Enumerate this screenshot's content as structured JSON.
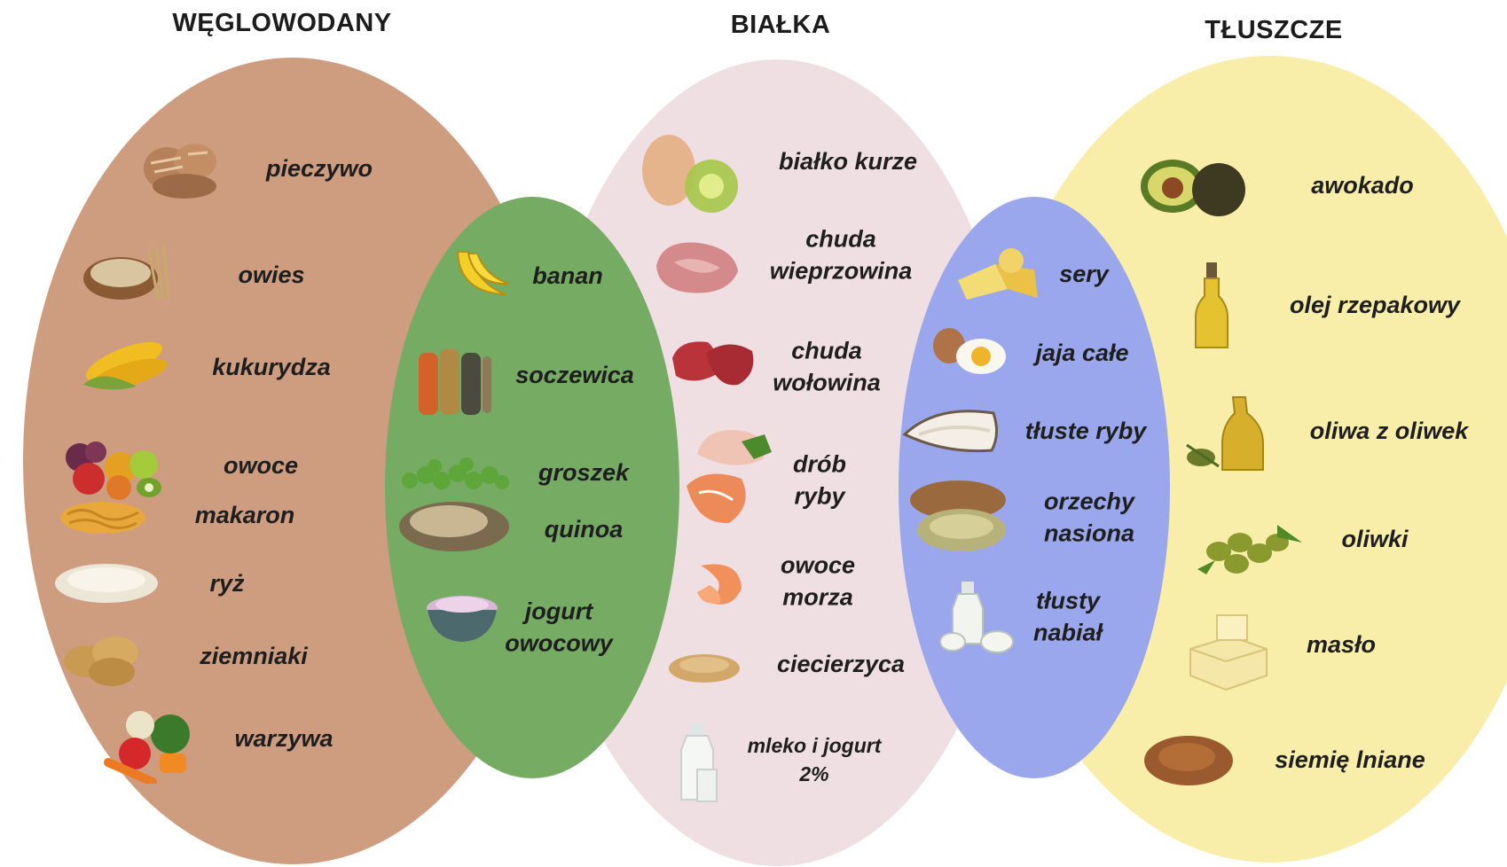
{
  "headings": {
    "carbs": "WĘGLOWODANY",
    "protein": "BIAŁKA",
    "fats": "TŁUSZCZE"
  },
  "colors": {
    "carbs": "#ce9d80",
    "protein": "#f0dfe2",
    "fats": "#f8eda9",
    "carbs_protein": "#75ab63",
    "protein_fats": "#9aa7ec"
  },
  "carbs_items": [
    {
      "label": "pieczywo",
      "icon": "bread-icon"
    },
    {
      "label": "owies",
      "icon": "oats-icon"
    },
    {
      "label": "kukurydza",
      "icon": "corn-icon"
    },
    {
      "label": "owoce",
      "icon": "fruit-icon"
    },
    {
      "label": "makaron",
      "icon": "pasta-icon"
    },
    {
      "label": "ryż",
      "icon": "rice-icon"
    },
    {
      "label": "ziemniaki",
      "icon": "potato-icon"
    },
    {
      "label": "warzywa",
      "icon": "vegetables-icon"
    }
  ],
  "carbs_protein_items": [
    {
      "label": "banan",
      "icon": "banana-icon"
    },
    {
      "label": "soczewica",
      "icon": "lentils-icon"
    },
    {
      "label": "groszek",
      "icon": "peas-icon"
    },
    {
      "label": "quinoa",
      "icon": "quinoa-icon"
    },
    {
      "line1": "jogurt",
      "line2": "owocowy",
      "icon": "yogurt-icon"
    }
  ],
  "protein_items": [
    {
      "label": "białko kurze",
      "icon": "egg-white-icon"
    },
    {
      "line1": "chuda",
      "line2": "wieprzowina",
      "icon": "pork-icon"
    },
    {
      "line1": "chuda",
      "line2": "wołowina",
      "icon": "beef-icon"
    },
    {
      "line1": "drób",
      "line2": "ryby",
      "icon": "poultry-fish-icon"
    },
    {
      "line1": "owoce",
      "line2": "morza",
      "icon": "shrimp-icon"
    },
    {
      "label": "ciecierzyca",
      "icon": "chickpea-icon"
    },
    {
      "line1": "mleko i jogurt",
      "line2": "2%",
      "icon": "milk-bottle-icon"
    }
  ],
  "protein_fats_items": [
    {
      "label": "sery",
      "icon": "cheese-icon"
    },
    {
      "label": "jaja całe",
      "icon": "eggs-icon"
    },
    {
      "label": "tłuste ryby",
      "icon": "fatty-fish-icon"
    },
    {
      "line1": "orzechy",
      "line2": "nasiona",
      "icon": "nuts-seeds-icon"
    },
    {
      "line1": "tłusty",
      "line2": "nabiał",
      "icon": "dairy-icon"
    }
  ],
  "fats_items": [
    {
      "label": "awokado",
      "icon": "avocado-icon"
    },
    {
      "label": "olej rzepakowy",
      "icon": "oil-bottle-icon"
    },
    {
      "label": "oliwa z oliwek",
      "icon": "olive-oil-icon"
    },
    {
      "label": "oliwki",
      "icon": "olives-icon"
    },
    {
      "label": "masło",
      "icon": "butter-icon"
    },
    {
      "label": "siemię lniane",
      "icon": "flaxseed-icon"
    }
  ]
}
